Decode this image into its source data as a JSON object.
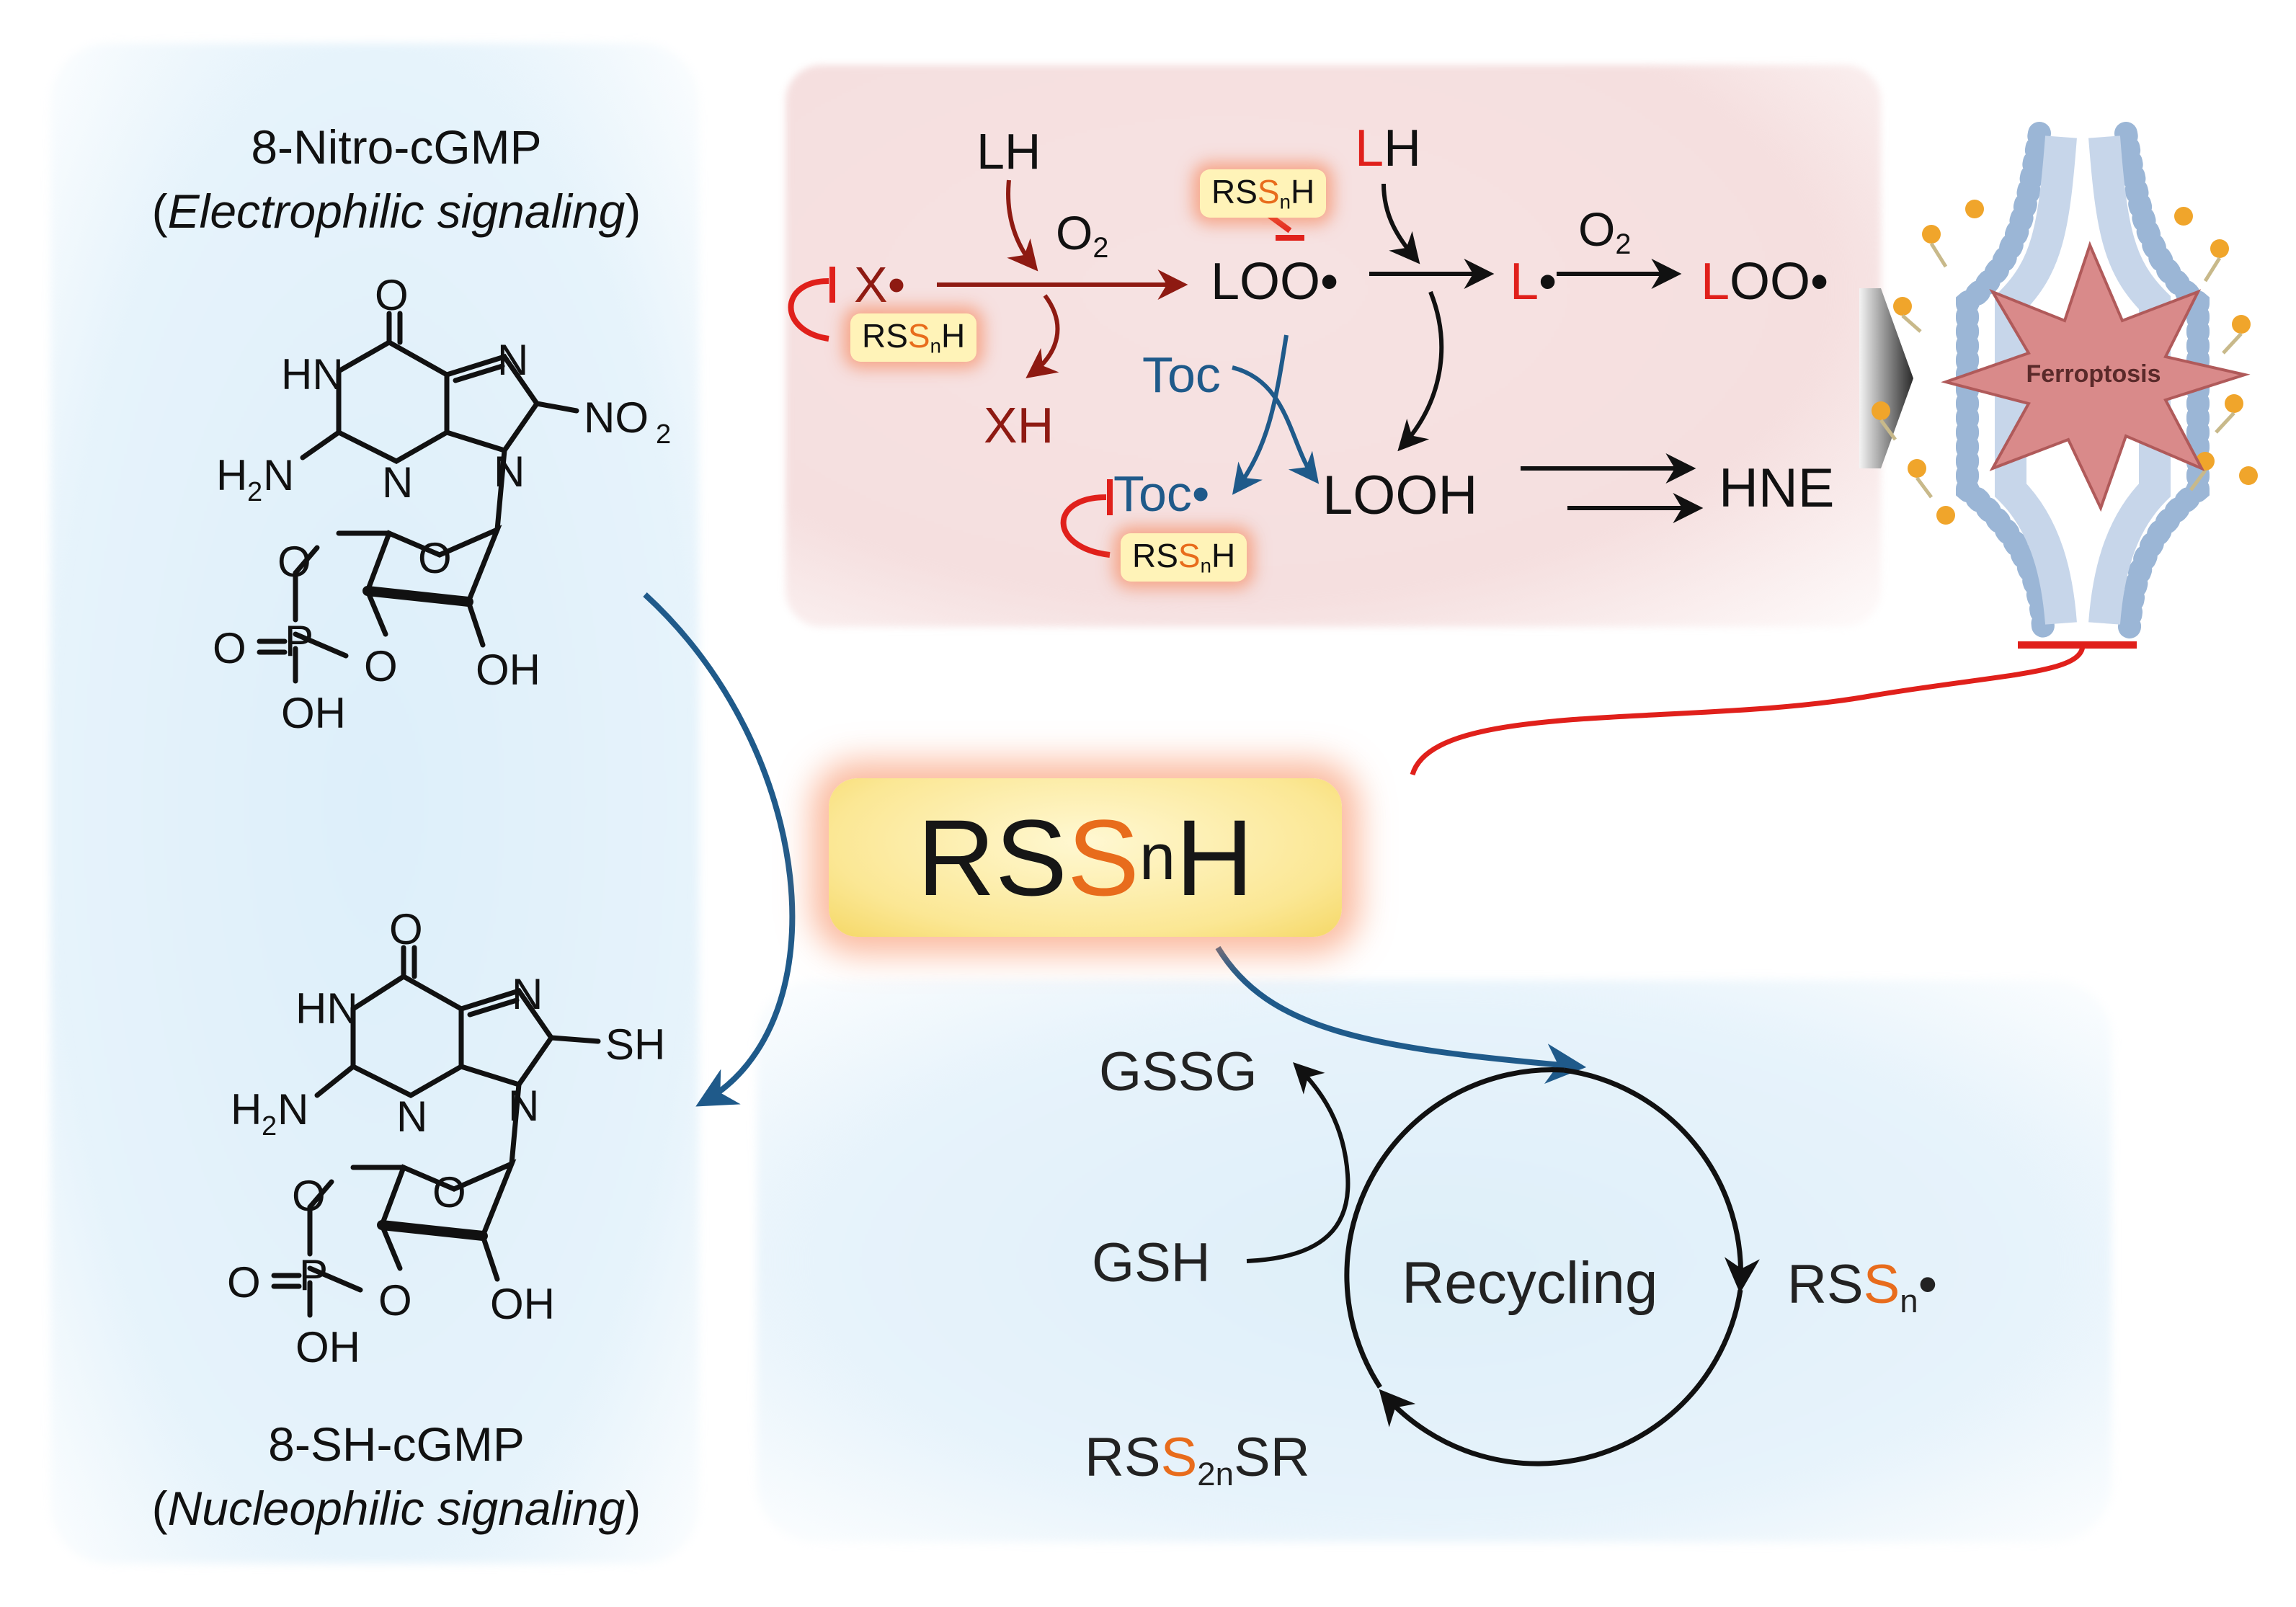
{
  "top_left": {
    "title": "8-Nitro-cGMP",
    "subtitle": "Electrophilic signaling"
  },
  "bottom_left": {
    "title": "8-SH-cGMP",
    "subtitle": "Nucleophilic signaling"
  },
  "molecule_top": {
    "atoms": [
      "O",
      "HN",
      "N",
      "NO",
      "2",
      "H",
      "2",
      "N",
      "N",
      "N",
      "O",
      "O",
      "O",
      "P",
      "O",
      "OH",
      "OH"
    ]
  },
  "molecule_bottom": {
    "atoms": [
      "O",
      "HN",
      "N",
      "SH",
      "H",
      "2",
      "N",
      "N",
      "N",
      "O",
      "O",
      "O",
      "P",
      "O",
      "OH",
      "OH"
    ]
  },
  "pathway": {
    "lh_1": "LH",
    "o2_1": "O",
    "o2_1_sub": "2",
    "x_radical": "X•",
    "xh": "XH",
    "loo_radical": "LOO•",
    "toc": "Toc",
    "toc_radical": "Toc•",
    "lh_2_l": "L",
    "lh_2_h": "H",
    "l_radical_l": "L",
    "l_radical_dot": "•",
    "o2_2": "O",
    "o2_2_sub": "2",
    "loo2_l": "L",
    "loo2_rest": "OO•",
    "looh": "LOOH",
    "hne": "HNE"
  },
  "rssnh_small": {
    "rs": "RS",
    "s": "S",
    "n": "n",
    "h": "H"
  },
  "ferroptosis_label": "Ferroptosis",
  "main_box": {
    "rs": "RS",
    "s": "S",
    "n": "n",
    "h": "H"
  },
  "cycle": {
    "center_label": "Recycling",
    "gssg": "GSSG",
    "gsh": "GSH",
    "rssn_rs": "RS",
    "rssn_s": "S",
    "rssn_n": "n",
    "rssn_dot": "•",
    "rss2nsr_rs": "RS",
    "rss2nsr_s": "S",
    "rss2nsr_2n": "2n",
    "rss2nsr_sr": "SR"
  },
  "colors": {
    "panel_blue": "#e3f2fb",
    "panel_pink": "#f6dede",
    "accent_red": "#e0201b",
    "dark_red": "#8e1a12",
    "toc_blue": "#1f5a8a",
    "sulfur_orange": "#e86c1c",
    "box_yellow": "#fbe794",
    "star_pink": "#d98a8a"
  },
  "icons": {
    "membrane": "lipid-bilayer-icon",
    "burst": "star-burst-icon",
    "arrow": "gray-chevron-arrow-icon"
  }
}
